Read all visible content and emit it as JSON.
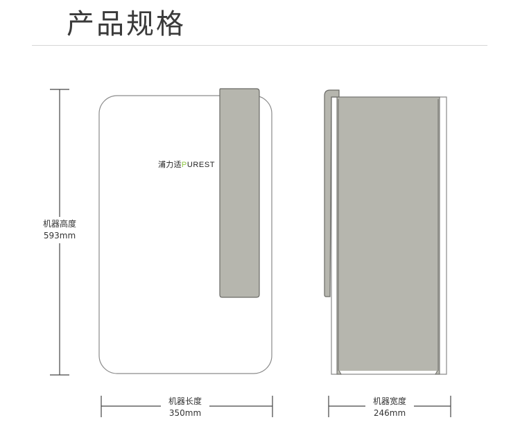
{
  "header": {
    "title": "产品规格"
  },
  "brand": {
    "cn": "浦力适",
    "en_first": "P",
    "en_rest": "UREST"
  },
  "dimensions": {
    "height": {
      "label": "机器高度",
      "value": "593mm"
    },
    "length": {
      "label": "机器长度",
      "value": "350mm"
    },
    "width": {
      "label": "机器宽度",
      "value": "246mm"
    }
  },
  "colors": {
    "body_outline": "#8a8a8a",
    "panel_fill": "#b6b6ae",
    "panel_stroke": "#6a6a66",
    "dim_line": "#444444"
  }
}
